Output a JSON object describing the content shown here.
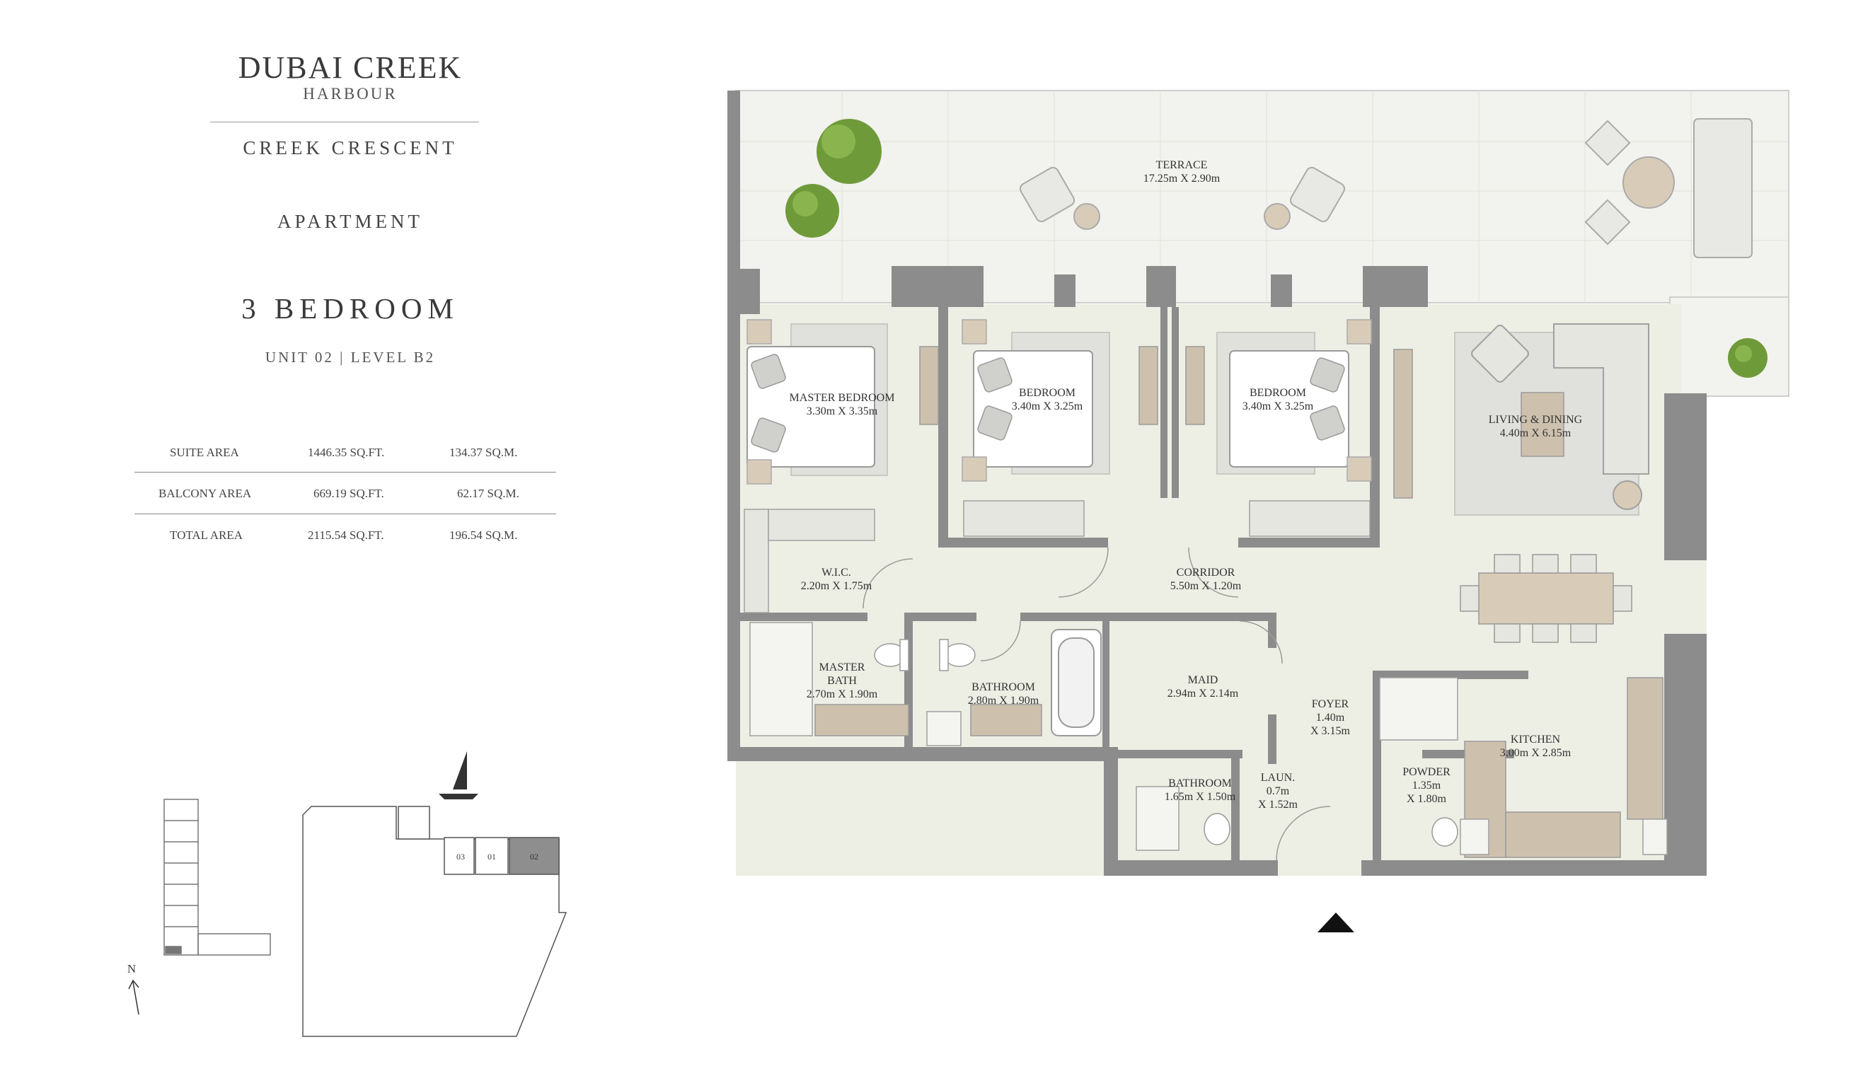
{
  "header": {
    "brand": "DUBAI CREEK",
    "brand_sub": "HARBOUR",
    "project": "CREEK CRESCENT",
    "property_type": "APARTMENT",
    "bedrooms": "3 BEDROOM",
    "unit_level": "UNIT 02 | LEVEL B2"
  },
  "areas": [
    {
      "label": "SUITE AREA",
      "sqft": "1446.35 SQ.FT.",
      "sqm": "134.37 SQ.M."
    },
    {
      "label": "BALCONY AREA",
      "sqft": "669.19 SQ.FT.",
      "sqm": "62.17 SQ.M."
    },
    {
      "label": "TOTAL AREA",
      "sqft": "2115.54 SQ.FT.",
      "sqm": "196.54 SQ.M."
    }
  ],
  "rooms": {
    "terrace": "TERRACE\n17.25m X 2.90m",
    "master_bedroom": "MASTER BEDROOM\n3.30m X 3.35m",
    "bedroom_1": "BEDROOM\n3.40m X 3.25m",
    "bedroom_2": "BEDROOM\n3.40m X 3.25m",
    "living_dining": "LIVING & DINING\n4.40m X 6.15m",
    "wic": "W.I.C.\n2.20m X 1.75m",
    "corridor": "CORRIDOR\n5.50m X 1.20m",
    "master_bath": "MASTER\nBATH\n2.70m X 1.90m",
    "bathroom_1": "BATHROOM\n2.80m X 1.90m",
    "maid": "MAID\n2.94m X 2.14m",
    "foyer": "FOYER\n1.40m\nX 3.15m",
    "kitchen": "KITCHEN\n3.00m X 2.85m",
    "bathroom_2": "BATHROOM\n1.65m X 1.50m",
    "laundry": "LAUN.\n0.7m\nX 1.52m",
    "powder": "POWDER\n1.35m\nX 1.80m"
  },
  "key_plan": {
    "unit_labels": [
      "03",
      "01",
      "02"
    ],
    "north_label": "N"
  },
  "colors": {
    "wall": "#8c8c8c",
    "floor": "#edeee4",
    "terrace": "#f2f2ee",
    "wood": "#cdc1ae",
    "highlight_unit": "#8e8e8e"
  }
}
